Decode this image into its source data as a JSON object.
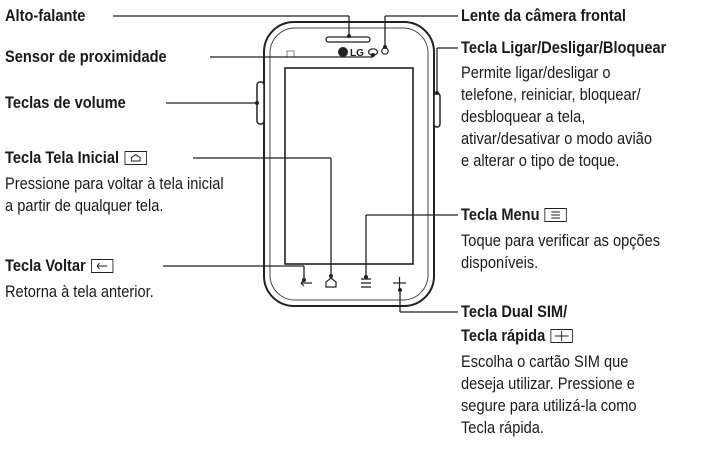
{
  "labels": {
    "speaker": "Alto-falante",
    "proximity": "Sensor de proximidade",
    "volume": "Teclas de volume",
    "home_title": "Tecla Tela Inicial",
    "home_desc_1": "Pressione para voltar à tela inicial",
    "home_desc_2": "a partir de qualquer tela.",
    "back_title": "Tecla Voltar",
    "back_desc": "Retorna à tela anterior.",
    "camera": "Lente da câmera frontal",
    "power_title": "Tecla Ligar/Desligar/Bloquear",
    "power_desc_1": "Permite ligar/desligar o",
    "power_desc_2": "telefone, reiniciar, bloquear/",
    "power_desc_3": "desbloquear a tela,",
    "power_desc_4": "ativar/desativar o modo avião",
    "power_desc_5": "e alterar o tipo de toque.",
    "menu_title": "Tecla Menu",
    "menu_desc_1": "Toque para verificar as opções",
    "menu_desc_2": "disponíveis.",
    "dualsim_title_1": "Tecla Dual SIM/",
    "dualsim_title_2": "Tecla rápida",
    "dualsim_desc_1": "Escolha o cartão SIM que",
    "dualsim_desc_2": "deseja utilizar. Pressione e",
    "dualsim_desc_3": "segure para utilizá-la como",
    "dualsim_desc_4": "Tecla rápida."
  },
  "phone": {
    "brand": "LG"
  },
  "icons": {
    "home": "home-key-icon",
    "back": "back-key-icon",
    "menu": "menu-key-icon",
    "dualsim": "dual-sim-key-icon"
  }
}
